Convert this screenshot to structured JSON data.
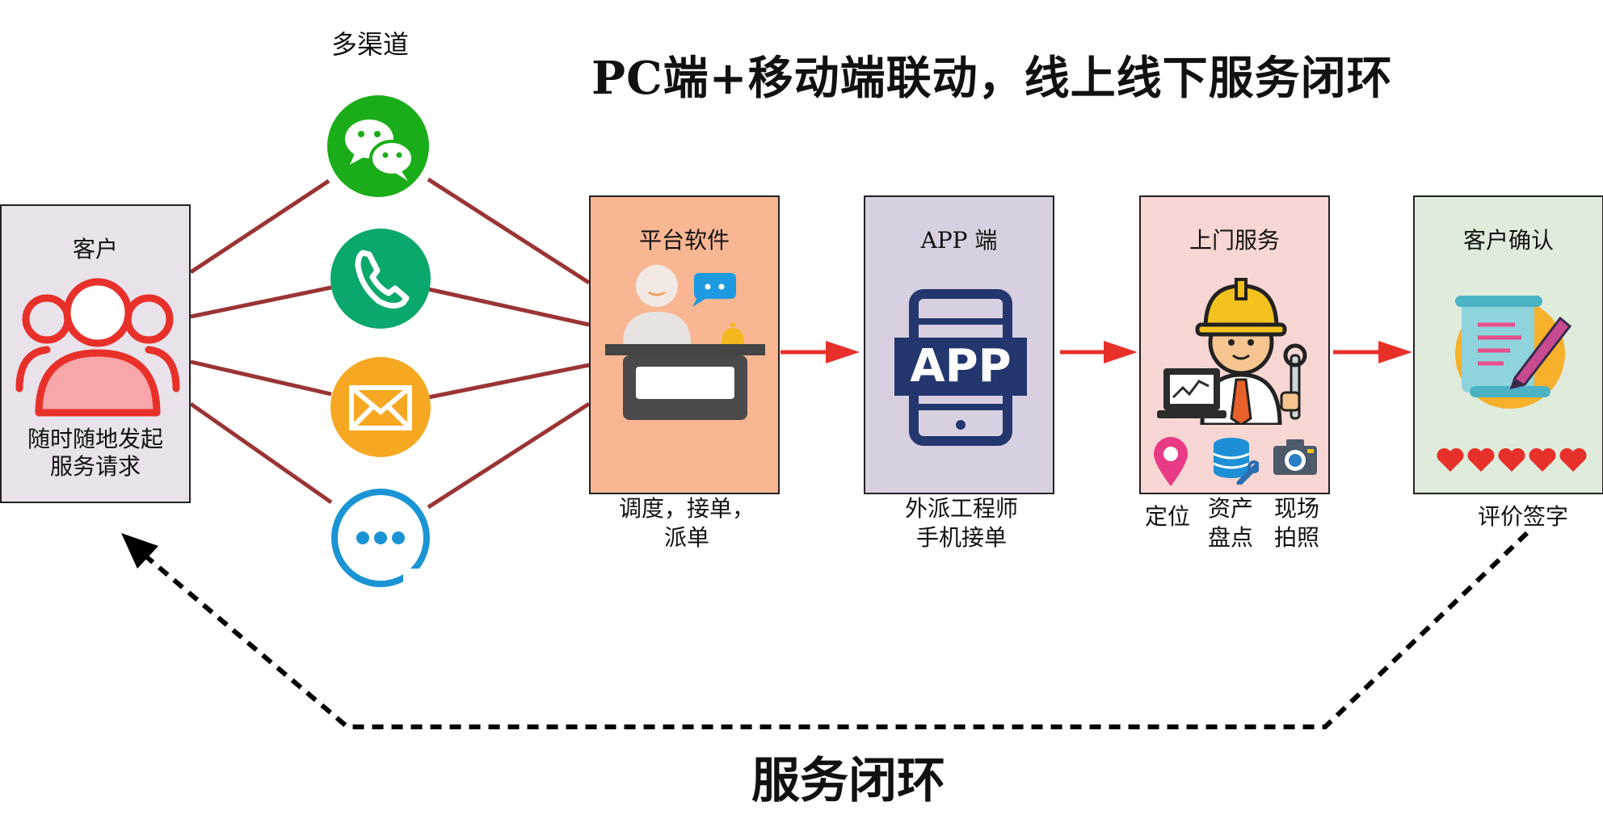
{
  "title": "PC端+移动端联动，线上线下服务闭环",
  "channels_label": "多渠道",
  "bottom_label": "服务闭环",
  "customer": {
    "title": "客户",
    "desc_line1": "随时随地发起",
    "desc_line2": "服务请求"
  },
  "platform": {
    "title": "平台软件",
    "caption_line1": "调度，接单，",
    "caption_line2": "派单"
  },
  "app": {
    "title": "APP 端",
    "logo_text": "APP",
    "caption_line1": "外派工程师",
    "caption_line2": "手机接单"
  },
  "onsite": {
    "title": "上门服务",
    "feature_locate": "定位",
    "feature_asset_line1": "资产",
    "feature_asset_line2": "盘点",
    "feature_photo_line1": "现场",
    "feature_photo_line2": "拍照"
  },
  "confirm": {
    "title": "客户确认",
    "caption": "评价签字"
  },
  "channels": [
    {
      "icon": "wechat-icon",
      "color": "#1aad19"
    },
    {
      "icon": "phone-icon",
      "color": "#0aa86b"
    },
    {
      "icon": "mail-icon",
      "color": "#f7a823"
    },
    {
      "icon": "more-icon",
      "color": "#1a94d4"
    }
  ],
  "colors": {
    "connector": "#9b3434",
    "arrow": "#e8302a",
    "heart": "#e8302a",
    "customer_icon": "#e8302a",
    "app_icon": "#23366e"
  }
}
